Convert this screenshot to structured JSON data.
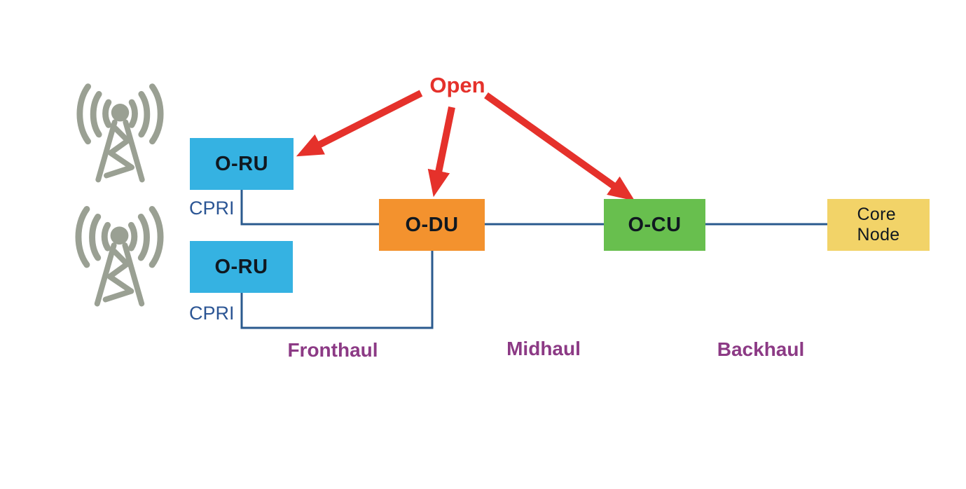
{
  "diagram": {
    "open_label": "Open",
    "nodes": {
      "oru1": {
        "label": "O-RU",
        "color": "#35b2e2"
      },
      "oru2": {
        "label": "O-RU",
        "color": "#35b2e2"
      },
      "odu": {
        "label": "O-DU",
        "color": "#f3922e"
      },
      "ocu": {
        "label": "O-CU",
        "color": "#68bf4e"
      },
      "core": {
        "label": "Core\nNode",
        "color": "#f2d368"
      }
    },
    "interface_labels": {
      "cpri1": "CPRI",
      "cpri2": "CPRI"
    },
    "segment_labels": {
      "fronthaul": "Fronthaul",
      "midhaul": "Midhaul",
      "backhaul": "Backhaul"
    },
    "icons": {
      "antenna1": "radio-tower-antenna-icon",
      "antenna2": "radio-tower-antenna-icon"
    },
    "colors": {
      "open_text": "#e5312b",
      "arrow": "#e5312b",
      "connector_line": "#2a5a8e",
      "cpri_text": "#2b5594",
      "segment_text": "#8c3a85",
      "node_text": "#101820",
      "antenna_icon": "#9aa093",
      "background": "#ffffff"
    }
  }
}
